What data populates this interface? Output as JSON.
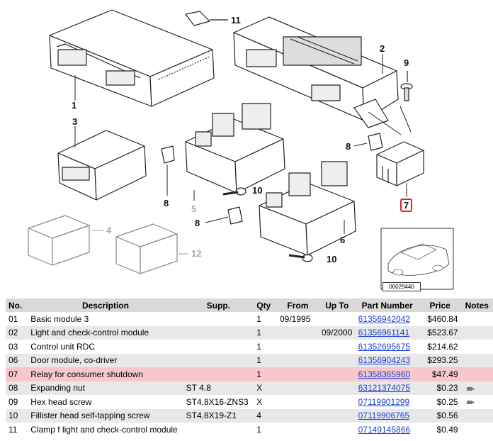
{
  "diagram": {
    "callouts": [
      {
        "id": "c11",
        "text": "11"
      },
      {
        "id": "c2",
        "text": "2"
      },
      {
        "id": "c9",
        "text": "9"
      },
      {
        "id": "c1",
        "text": "1"
      },
      {
        "id": "c3",
        "text": "3"
      },
      {
        "id": "c8a",
        "text": "8"
      },
      {
        "id": "c8b",
        "text": "8"
      },
      {
        "id": "c7",
        "text": "7"
      },
      {
        "id": "c10a",
        "text": "10"
      },
      {
        "id": "c5",
        "text": "5"
      },
      {
        "id": "c8c",
        "text": "8"
      },
      {
        "id": "c4",
        "text": "4"
      },
      {
        "id": "c6",
        "text": "6"
      },
      {
        "id": "c12",
        "text": "12"
      },
      {
        "id": "c10b",
        "text": "10"
      }
    ],
    "thumbnail_id": "00029440"
  },
  "table": {
    "headers": {
      "no": "No.",
      "description": "Description",
      "supp": "Supp.",
      "qty": "Qty",
      "from": "From",
      "up_to": "Up To",
      "part_number": "Part Number",
      "price": "Price",
      "notes": "Notes"
    },
    "rows": [
      {
        "no": "01",
        "description": "Basic module 3",
        "supp": "",
        "qty": "1",
        "from": "09/1995",
        "up_to": "",
        "part_number": "61356942042",
        "price": "$460.84",
        "note": false
      },
      {
        "no": "02",
        "description": "Light and check-control module",
        "supp": "",
        "qty": "1",
        "from": "",
        "up_to": "09/2000",
        "part_number": "61356961141",
        "price": "$523.67",
        "note": false
      },
      {
        "no": "03",
        "description": "Control unit RDC",
        "supp": "",
        "qty": "1",
        "from": "",
        "up_to": "",
        "part_number": "61352695675",
        "price": "$214.62",
        "note": false
      },
      {
        "no": "06",
        "description": "Door module, co-driver",
        "supp": "",
        "qty": "1",
        "from": "",
        "up_to": "",
        "part_number": "61356904243",
        "price": "$293.25",
        "note": false
      },
      {
        "no": "07",
        "description": "Relay for consumer shutdown",
        "supp": "",
        "qty": "1",
        "from": "",
        "up_to": "",
        "part_number": "61358365960",
        "price": "$47.49",
        "note": false
      },
      {
        "no": "08",
        "description": "Expanding nut",
        "supp": "ST 4.8",
        "qty": "X",
        "from": "",
        "up_to": "",
        "part_number": "63121374075",
        "price": "$0.23",
        "note": true
      },
      {
        "no": "09",
        "description": "Hex head screw",
        "supp": "ST4,8X16-ZNS3",
        "qty": "X",
        "from": "",
        "up_to": "",
        "part_number": "07119901299",
        "price": "$0.25",
        "note": true
      },
      {
        "no": "10",
        "description": "Fillister head self-tapping screw",
        "supp": "ST4,8X19-Z1",
        "qty": "4",
        "from": "",
        "up_to": "",
        "part_number": "07119906765",
        "price": "$0.56",
        "note": false
      },
      {
        "no": "11",
        "description": "Clamp f light and check-control module",
        "supp": "",
        "qty": "1",
        "from": "",
        "up_to": "",
        "part_number": "07149145866",
        "price": "$0.49",
        "note": false
      }
    ]
  }
}
